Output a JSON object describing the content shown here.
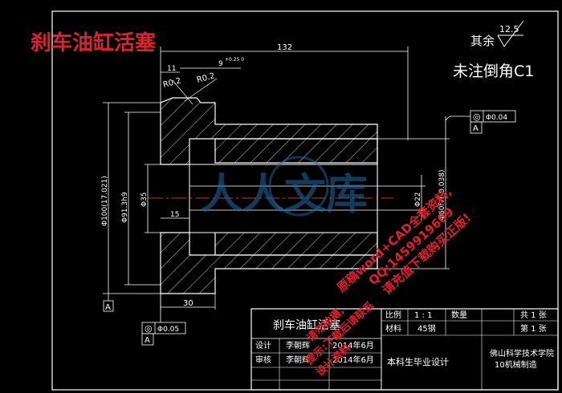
{
  "overlay_title": "刹车油缸活塞",
  "surface": {
    "label": "其余",
    "roughness": "12.5"
  },
  "chamfer_note": "未注倒角C1",
  "dimensions": {
    "overall_length": "132",
    "left_width": "11",
    "groove": "9",
    "groove_tol": "+0.25 0",
    "radius_left": "R0.2",
    "radius_right": "R0.2",
    "outer_dia": "Φ100(17.021)",
    "dia_91": "Φ91.3h9",
    "dia_35": "Φ35",
    "bore_depth": "15",
    "flange_length": "30",
    "inner_dia": "Φ22",
    "right_dia": "Φ60f7(-0.038)"
  },
  "datum": "A",
  "tolerance_frames": [
    {
      "symbol": "◎",
      "value": "Φ0.04",
      "datum": "A"
    },
    {
      "symbol": "◎",
      "value": "Φ0.05",
      "datum": "A"
    }
  ],
  "title_block": {
    "part_name": "刹车油缸活塞",
    "scale_label": "比例",
    "scale_value": "1 : 1",
    "qty_label": "数量",
    "qty_value": "共 1 张",
    "material_label": "材料",
    "material_value": "45钢",
    "sheet_value": "第 1 张",
    "designer_label": "设计",
    "designer_name": "李朝辉",
    "designer_date": "2014年6月",
    "checker_label": "审核",
    "checker_name": "李朝辉",
    "checker_date": "2014年6月",
    "project": "本科生毕业设计",
    "school": "佛山科学技术学院",
    "class": "10机械制造"
  },
  "watermark": {
    "logo_text": "人人文库",
    "lines": [
      "原稿word+CAD全套资料,",
      "QQ:1459919609",
      "请充值下载购买正版!",
      "请勿拍摄,",
      "提示:下载后请联系",
      "设计资料"
    ]
  }
}
